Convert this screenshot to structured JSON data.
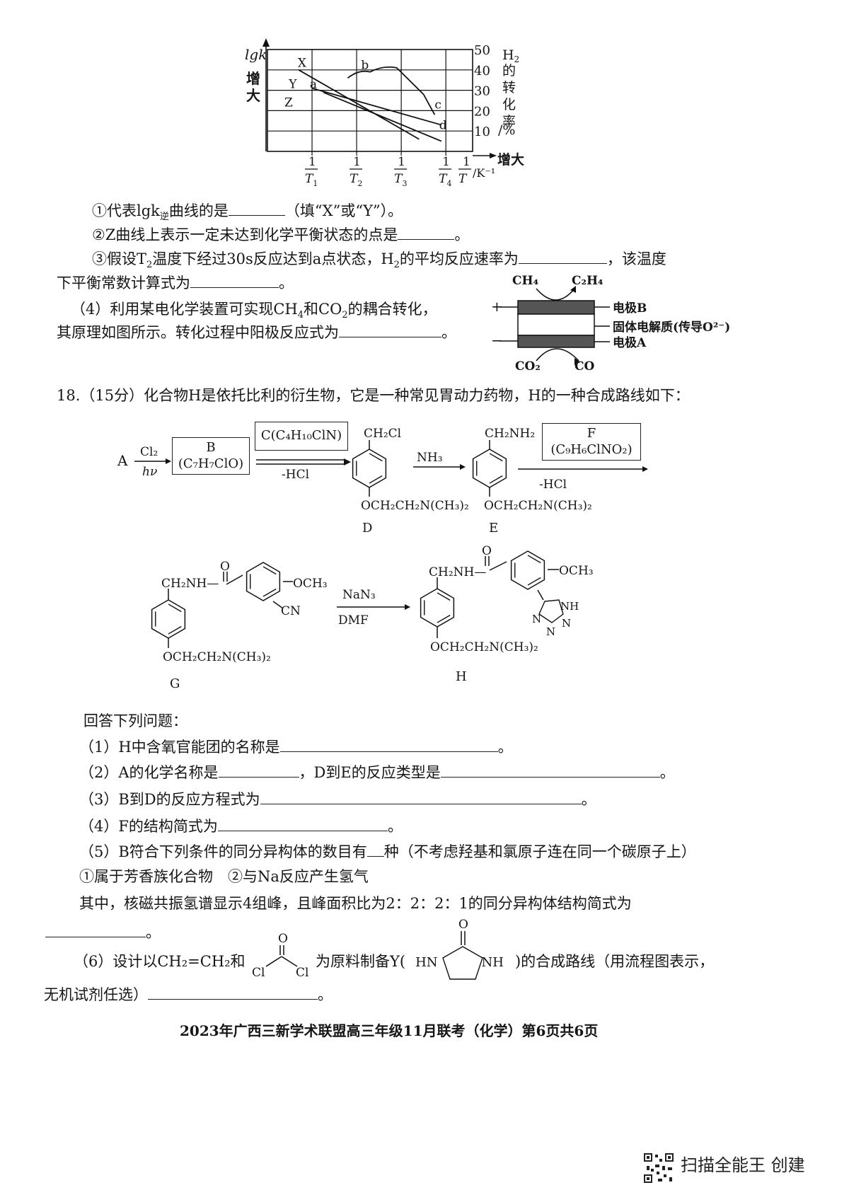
{
  "chart_data": {
    "type": "line",
    "title": "",
    "y_left_label": "lgk",
    "y_left_dir": "增大",
    "y_right_label": "H2的转化率/%",
    "y_right_ticks": [
      "50",
      "40",
      "30",
      "20",
      "10"
    ],
    "x_ticks": [
      "1/T1",
      "1/T2",
      "1/T3",
      "1/T4"
    ],
    "x_label": "1/T /K⁻¹",
    "x_dir": "增大",
    "grid": true,
    "curve_labels": [
      "X",
      "Y",
      "Z"
    ],
    "point_labels": [
      "a",
      "b",
      "c",
      "d"
    ],
    "series": [
      {
        "name": "X",
        "x": [
          0.7,
          3.4
        ],
        "y": [
          40,
          6
        ]
      },
      {
        "name": "Y",
        "x": [
          1.0,
          3.9
        ],
        "y": [
          31,
          13
        ]
      },
      {
        "name": "Z",
        "x": [
          1.25,
          3.9
        ],
        "y": [
          29,
          5
        ]
      },
      {
        "name": "H2转化率",
        "x": [
          1.8,
          2.3,
          2.9,
          3.5,
          3.75
        ],
        "y": [
          36,
          39,
          41,
          28,
          18
        ]
      }
    ]
  },
  "q17": {
    "c1a": "①代表lgk",
    "c1sub": "逆",
    "c1b": "曲线的是",
    "c1c": "（填“X”或“Y”）。",
    "c2": "②Z曲线上表示一定未达到化学平衡状态的点是",
    "c2end": "。",
    "c3a": "③假设T",
    "c3sub": "2",
    "c3b": "温度下经过30s反应达到a点状态，H",
    "c3sub2": "2",
    "c3c": "的平均反应速率为",
    "c3d": "，该温度",
    "c3e": "下平衡常数计算式为",
    "c3end": "。",
    "p4a": "（4）利用某电化学装置可实现CH",
    "p4sub1": "4",
    "p4b": "和CO",
    "p4sub2": "2",
    "p4c": "的耦合转化，",
    "p4d": "其原理如图所示。转化过程中阳极反应式为",
    "p4end": "。"
  },
  "cell": {
    "ch4": "CH₄",
    "c2h4": "C₂H₄",
    "electrode_b": "电极B",
    "electrolyte": "固体电解质(传导O²⁻)",
    "electrode_a": "电极A",
    "co2": "CO₂",
    "co": "CO",
    "plus": "+",
    "minus": "−"
  },
  "q18": {
    "head": "18.（15分）化合物H是依托比利的衍生物，它是一种常见胃动力药物，H的一种合成路线如下：",
    "A": "A",
    "cl2": "Cl₂",
    "hv": "hν",
    "B_name": "B",
    "B_formula": "(C₇H₇ClO)",
    "C_box": "C(C₄H₁₀ClN)",
    "hcl1": "-HCl",
    "nh3": "NH₃",
    "F_name": "F",
    "F_formula": "(C₉H₆ClNO₂)",
    "hcl2": "-HCl",
    "D_top": "CH₂Cl",
    "D_bottom": "OCH₂CH₂N(CH₃)₂",
    "D": "D",
    "E_top": "CH₂NH₂",
    "E_bottom": "OCH₂CH₂N(CH₃)₂",
    "E": "E",
    "G_top": "CH₂NH—",
    "G_ome": "OCH₃",
    "G_cn": "CN",
    "G_o": "O",
    "G_bottom": "OCH₂CH₂N(CH₃)₂",
    "G": "G",
    "nan3": "NaN₃",
    "dmf": "DMF",
    "H_top": "CH₂NH—",
    "H_ome": "OCH₃",
    "H_o": "O",
    "H_nh": "NH",
    "H_n": "N",
    "H_bottom": "OCH₂CH₂N(CH₃)₂",
    "H": "H"
  },
  "answers": {
    "intro": "回答下列问题：",
    "a1": "（1）H中含氧官能团的名称是",
    "a1end": "。",
    "a2a": "（2）A的化学名称是",
    "a2b": "，D到E的反应类型是",
    "a2end": "。",
    "a3": "（3）B到D的反应方程式为",
    "a3end": "。",
    "a4": "（4）F的结构简式为",
    "a4end": "。",
    "a5a": "（5）B符合下列条件的同分异构体的数目有",
    "a5b": "种（不考虑羟基和氯原子连在同一个碳原子上）",
    "a5c": "①属于芳香族化合物　②与Na反应产生氢气",
    "a5d": "其中，核磁共振氢谱显示4组峰，且峰面积比为2：2：2：1的同分异构体结构简式为",
    "a5end": "。",
    "a6a": "（6）设计以CH₂=CH₂和",
    "a6b": "为原料制备Y(",
    "a6c": ")的合成路线（用流程图表示，",
    "a6d": "无机试剂任选）",
    "a6end": "。",
    "phos_o": "O",
    "phos_cl1": "Cl",
    "phos_cl2": "Cl",
    "y_o": "O",
    "y_hn": "HN",
    "y_nh": "NH"
  },
  "footer": "2023年广西三新学术联盟高三年级11月联考（化学）第6页共6页",
  "watermark": "扫描全能王 创建"
}
